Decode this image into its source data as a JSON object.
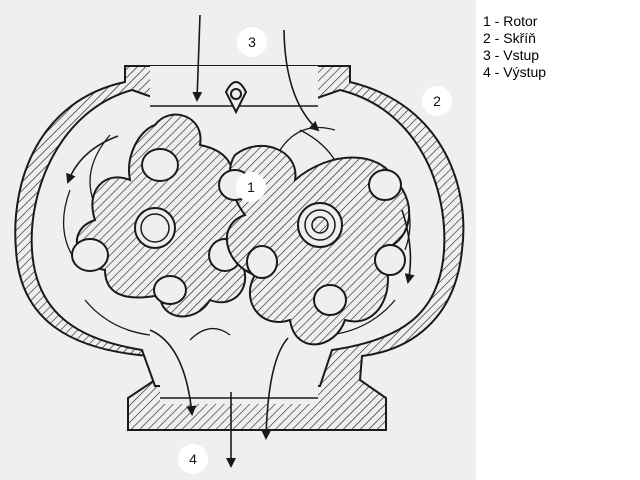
{
  "markers": {
    "rotor": "1",
    "casing": "2",
    "inlet": "3",
    "outlet": "4"
  },
  "legend": [
    "1 - Rotor",
    "2 - Skříň",
    "3 - Vstup",
    "4 - Výstup"
  ],
  "colors": {
    "background": "#efefed",
    "ink": "#1a1a1a",
    "marker_fill": "#ffffff"
  }
}
